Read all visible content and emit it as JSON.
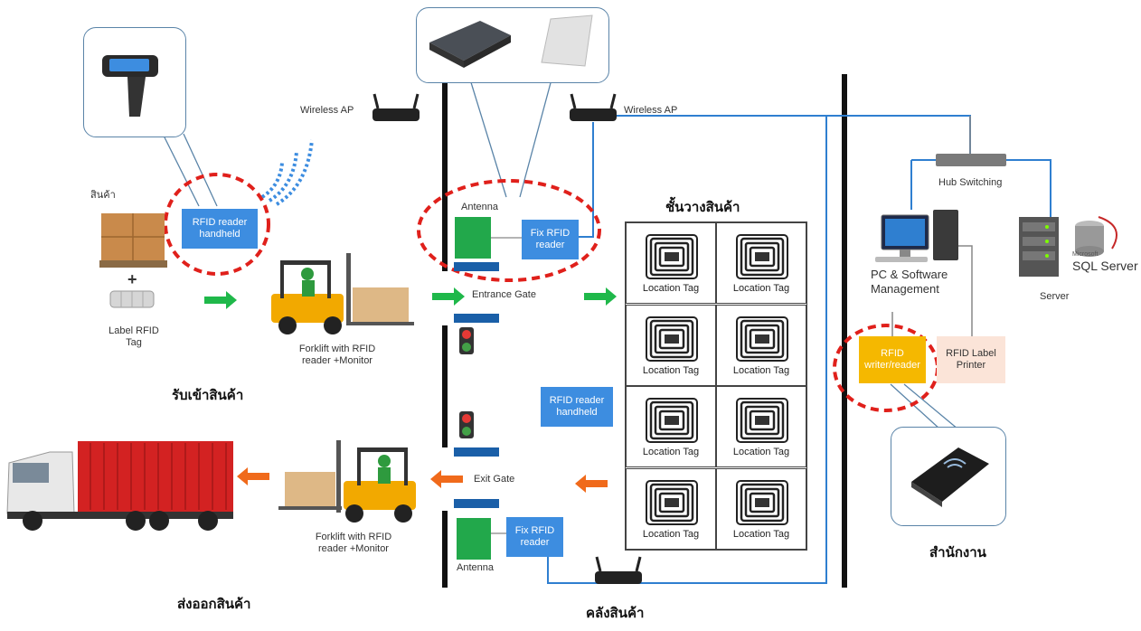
{
  "labels": {
    "product": "สินค้า",
    "rfid_reader_handheld_1": "RFID reader\nhandheld",
    "label_rfid_tag": "Label RFID\nTag",
    "plus": "+",
    "forklift_in": "Forklift with RFID\nreader +Monitor",
    "receiving": "รับเข้าสินค้า",
    "wireless_ap_1": "Wireless AP",
    "wireless_ap_2": "Wireless AP",
    "antenna_top": "Antenna",
    "fix_rfid_top": "Fix RFID\nreader",
    "entrance_gate": "Entrance Gate",
    "shelf_title": "ชั้นวางสินค้า",
    "rfid_reader_handheld_2": "RFID reader\nhandheld",
    "exit_gate": "Exit Gate",
    "fix_rfid_bottom": "Fix RFID\nreader",
    "antenna_bottom": "Antenna",
    "forklift_out": "Forklift with RFID\nreader +Monitor",
    "shipping": "ส่งออกสินค้า",
    "warehouse": "คลังสินค้า",
    "hub_switching": "Hub Switching",
    "pc_software": "PC & Software\nManagement",
    "server": "Server",
    "sql_server": "SQL Server",
    "microsoft": "Microsoft",
    "rfid_writer": "RFID\nwriter/reader",
    "rfid_label_printer": "RFID Label\nPrinter",
    "office": "สำนักงาน"
  },
  "location_tags": [
    "Location Tag",
    "Location Tag",
    "Location Tag",
    "Location Tag",
    "Location Tag",
    "Location Tag",
    "Location Tag",
    "Location Tag"
  ],
  "colors": {
    "blue_box": "#3d8de0",
    "green_antenna": "#22a84b",
    "gate_bar": "#1a5fa8",
    "red_dash": "#e0201b",
    "arrow_green": "#1fb84a",
    "arrow_orange": "#f06a1b",
    "network_line": "#2f7fd0",
    "writer_box": "#f5b800",
    "printer_box": "#fbe4d8"
  }
}
